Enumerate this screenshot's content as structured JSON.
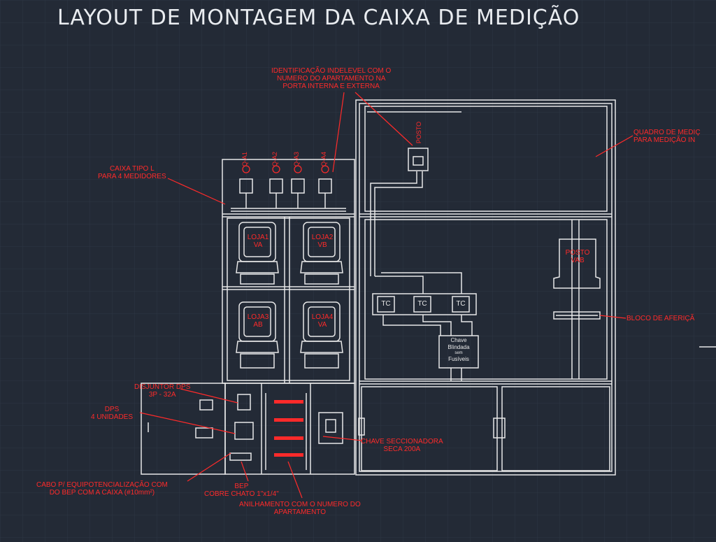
{
  "title": "LAYOUT DE MONTAGEM DA CAIXA DE MEDIÇÃO",
  "colors": {
    "background": "#232a36",
    "lines": "#e8e8e8",
    "labels": "#ff2a2a",
    "grid": "#2e3644"
  },
  "annotations": {
    "identificacao": [
      "IDENTIFICAÇÃO INDELEVEL COM O",
      "NUMERO DO APARTAMENTO NA",
      "PORTA INTERNA E EXTERNA"
    ],
    "caixa_tipo": [
      "CAIXA TIPO L",
      "PARA 4 MEDIDORES"
    ],
    "quadro": [
      "QUADRO DE MEDIÇ",
      "PARA MEDIÇÃO IN"
    ],
    "bloco": "BLOCO DE AFERIÇÃ",
    "disjuntor": [
      "DISJUNTOR DPS",
      "3P - 32A"
    ],
    "dps": [
      "DPS",
      "4 UNIDADES"
    ],
    "chave": [
      "CHAVE SECCIONADORA",
      "SECA 200A"
    ],
    "cabo": [
      "CABO P/ EQUIPOTENCIALIZAÇÃO COM",
      "DO BEP COM A CAIXA (#10mm²)"
    ],
    "bep": [
      "BEP",
      "COBRE CHATO 1\"x1/4\""
    ],
    "anilhamento": [
      "ANILHAMENTO COM O NUMERO DO",
      "APARTAMENTO"
    ]
  },
  "breakers": [
    "Q-A1",
    "Q-A2",
    "Q-A3",
    "Q-A4"
  ],
  "meters": [
    [
      "LOJA1",
      "VA"
    ],
    [
      "LOJA2",
      "VB"
    ],
    [
      "LOJA3",
      "AB"
    ],
    [
      "LOJA4",
      "VA"
    ]
  ],
  "posto_label": "POSTO",
  "posto_vab": [
    "POSTO",
    "VAB"
  ],
  "tc_label": "TC",
  "chave_blindada": [
    "Chave",
    "Blindada",
    "sem",
    "Fusíveis"
  ]
}
